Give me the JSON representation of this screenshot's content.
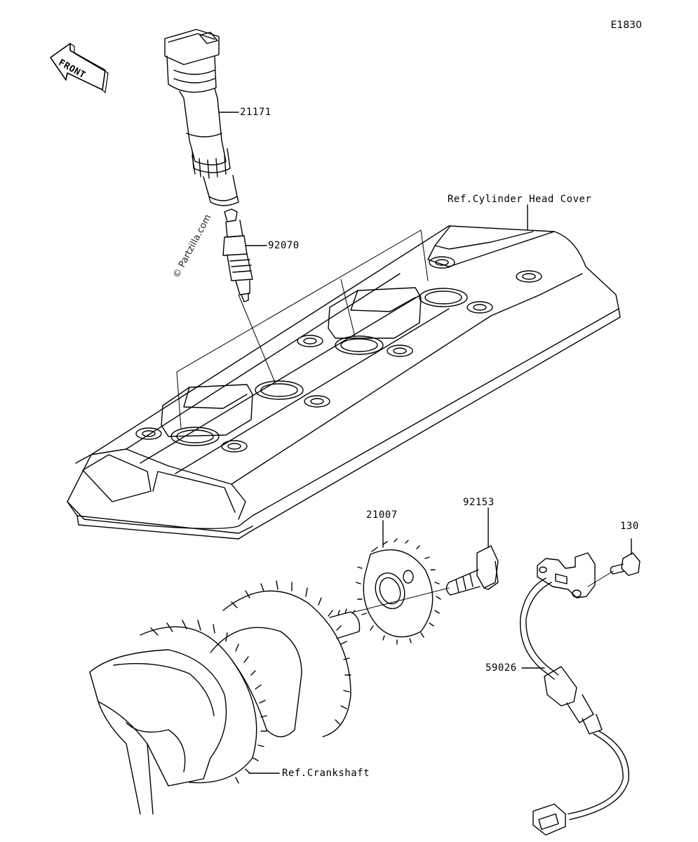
{
  "diagram_code": "E1830",
  "front_label": "FRONT",
  "watermark": "© Partzilla.com",
  "callouts": {
    "ignition_coil": "21171",
    "spark_plug": "92070",
    "cylinder_head_cover_ref": "Ref.Cylinder Head Cover",
    "rotor": "21007",
    "rotor_bolt": "92153",
    "sensor_bolt": "130",
    "crank_sensor": "59026",
    "crankshaft_ref": "Ref.Crankshaft"
  },
  "footer": {
    "line1": "",
    "line2": ""
  }
}
